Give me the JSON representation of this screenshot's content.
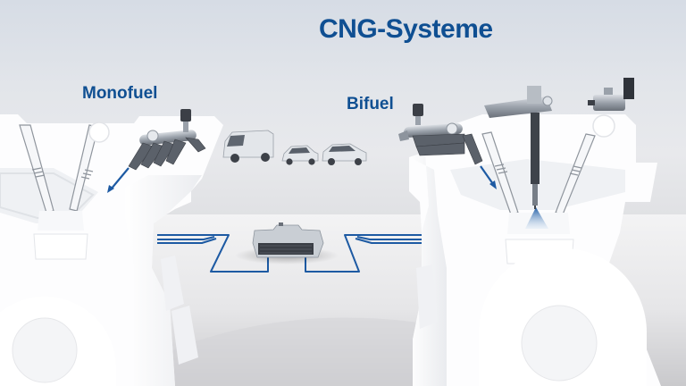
{
  "diagram": {
    "title": "CNG-Systeme",
    "labels": {
      "monofuel": "Monofuel",
      "bifuel": "Bifuel"
    },
    "components": {
      "left_engine": "monofuel-engine-cutaway",
      "right_engine": "bifuel-engine-cutaway",
      "left_rail": "cng-injector-rail-icon",
      "right_rail": "cng-injector-rail-icon",
      "direct_injector": "gasoline-direct-injector-icon",
      "high_pressure_pump": "high-pressure-pump-icon",
      "ecu": "engine-control-unit-icon",
      "vehicles": [
        "van-icon",
        "car-icon",
        "car-icon"
      ]
    }
  },
  "colors": {
    "brand_blue": "#0f4f92",
    "wire_blue": "#1d5aa3",
    "engine_white": "#fbfbfc",
    "engine_shade": "#e4e6ea",
    "metal": "#9aa1aa",
    "dark_metal": "#4b5058"
  }
}
